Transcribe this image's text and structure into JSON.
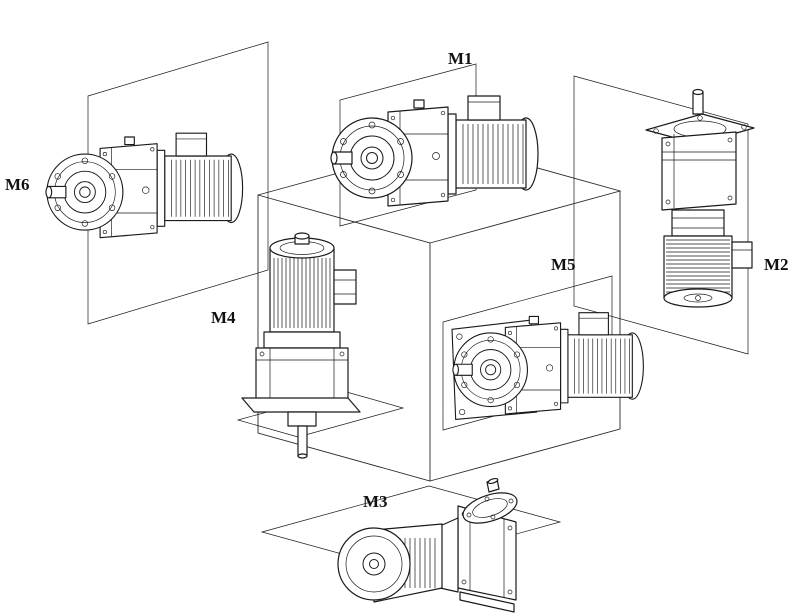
{
  "figure": {
    "background_color": "#ffffff",
    "line_color": "#1a1a1a"
  },
  "positions": [
    {
      "label": "M1",
      "placement": "top"
    },
    {
      "label": "M2",
      "placement": "right"
    },
    {
      "label": "M3",
      "placement": "bottom"
    },
    {
      "label": "M4",
      "placement": "front-left"
    },
    {
      "label": "M5",
      "placement": "front-right"
    },
    {
      "label": "M6",
      "placement": "left"
    }
  ]
}
